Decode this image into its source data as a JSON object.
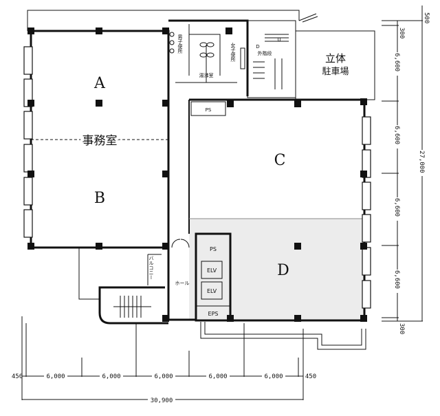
{
  "rooms": {
    "office": "事務室",
    "a": "A",
    "b": "B",
    "c": "C",
    "d": "D",
    "mens_toilet": "男子便所",
    "womens_toilet": "女子便所",
    "kitchenette": "湯沸室",
    "outer_stair": "外階段",
    "hall": "ホール",
    "balcony": "バルコニー",
    "elv1": "ELV",
    "elv2": "ELV",
    "eps": "EPS",
    "ps_top": "PS",
    "ps_bottom": "PS",
    "parking": "立体\n駐車場",
    "parking_line1": "立体",
    "parking_line2": "駐車場",
    "stair_up": "U",
    "stair_down": "D"
  },
  "dimensions": {
    "horizontal": [
      "450",
      "6,000",
      "6,000",
      "6,000",
      "6,000",
      "6,000",
      "450"
    ],
    "horizontal_total": "30,900",
    "vertical": [
      "500",
      "300",
      "6,600",
      "6,600",
      "6,600",
      "6,600",
      "300"
    ],
    "vertical_total": "27,000"
  },
  "colors": {
    "line": "#111111",
    "shade": "#ececec"
  }
}
